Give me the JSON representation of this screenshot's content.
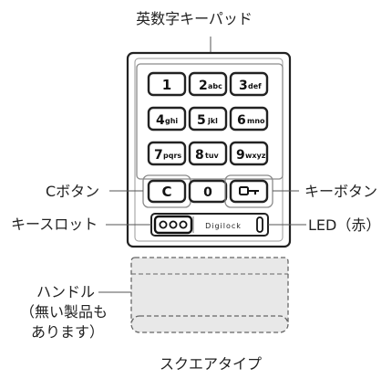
{
  "labels": {
    "keypad": "英数字キーパッド",
    "c_button": "Cボタン",
    "key_button": "キーボタン",
    "key_slot": "キースロット",
    "led": "LED（赤）",
    "handle_line1": "ハンドル",
    "handle_line2": "（無い製品も",
    "handle_line3": "あります）",
    "caption": "スクエアタイプ"
  },
  "keys": {
    "k1": {
      "digit": "1",
      "letters": ""
    },
    "k2": {
      "digit": "2",
      "letters": "abc"
    },
    "k3": {
      "digit": "3",
      "letters": "def"
    },
    "k4": {
      "digit": "4",
      "letters": "ghi"
    },
    "k5": {
      "digit": "5",
      "letters": "jkl"
    },
    "k6": {
      "digit": "6",
      "letters": "mno"
    },
    "k7": {
      "digit": "7",
      "letters": "pqrs"
    },
    "k8": {
      "digit": "8",
      "letters": "tuv"
    },
    "k9": {
      "digit": "9",
      "letters": "wxyz"
    },
    "kc": {
      "digit": "C"
    },
    "k0": {
      "digit": "0"
    }
  },
  "brand": "Digilock",
  "colors": {
    "body": "#ffffff",
    "outline": "#222222",
    "handle_fill": "#e8e8e8",
    "highlight": "#8a8a8a"
  }
}
